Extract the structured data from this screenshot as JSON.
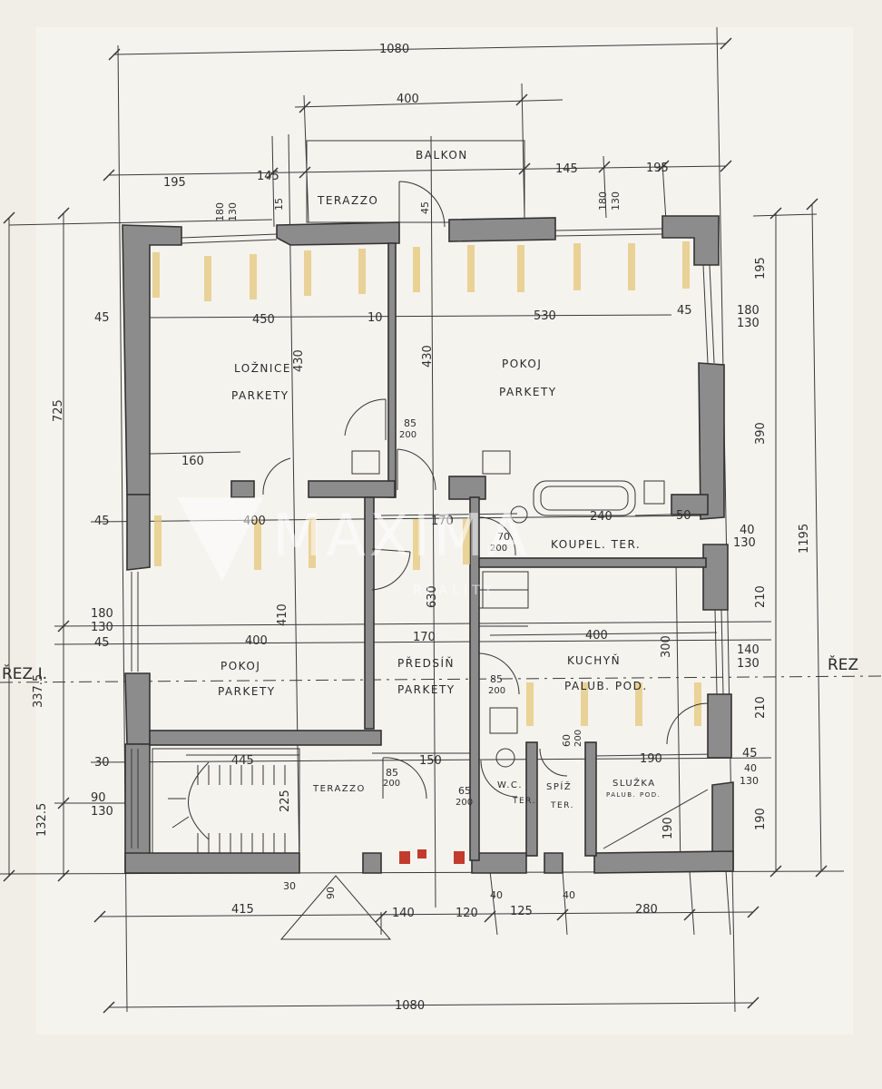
{
  "rooms": {
    "balkon": "BALKON",
    "terazzo_top": "TERAZZO",
    "loznice": "LOŽNICE",
    "loznice_floor": "PARKETY",
    "pokoj1": "POKOJ",
    "pokoj1_floor": "PARKETY",
    "pokoj2": "POKOJ",
    "pokoj2_floor": "PARKETY",
    "predsin": "PŘEDSÍŇ",
    "predsin_floor": "PARKETY",
    "kuchyn": "KUCHYŇ",
    "kuchyn_floor": "PALUB. POD.",
    "koupel": "KOUPEL. TER.",
    "wc": "W.C.",
    "wc_floor": "TER.",
    "spiz": "SPÍŽ",
    "spiz_floor": "TER.",
    "sluzka": "SLUŽKA",
    "sluzka_floor": "PALUB. POD.",
    "terazzo_bottom": "TERAZZO"
  },
  "section_marks": {
    "left": "ŘEZ I.",
    "right": "ŘEZ"
  },
  "watermark": {
    "text": "MAXIMA",
    "sub": "REALITY"
  },
  "dims": {
    "top_total": "1080",
    "balkon_width": "400",
    "top_left_195": "195",
    "top_left_145": "145",
    "top_right_145": "145",
    "top_right_195": "195",
    "bottom_total": "1080",
    "b415": "415",
    "b140": "140",
    "b120": "120",
    "b125": "125",
    "b280": "280",
    "b40a": "40",
    "b40b": "40",
    "b30": "30",
    "left_725": "725",
    "left_3375": "337.5",
    "left_1325": "132.5",
    "left_45a": "45",
    "left_45b": "45",
    "left_45c": "45",
    "left_30": "30",
    "left_180": "180",
    "left_130": "130",
    "left_90": "90",
    "left_130b": "130",
    "right_1195": "1195",
    "right_390": "390",
    "right_210a": "210",
    "right_210b": "210",
    "right_190": "190",
    "right_195": "195",
    "right_180": "180",
    "right_130": "130",
    "right_40": "40",
    "right_130b": "130",
    "right_140": "140",
    "right_130c": "130",
    "right_45a": "45",
    "right_45b": "45",
    "right_40b": "40",
    "right_130d": "130",
    "d450": "450",
    "d530": "530",
    "d430a": "430",
    "d430b": "430",
    "d10a": "10",
    "d160": "160",
    "d400a": "400",
    "d410": "410",
    "d400b": "400",
    "d170a": "170",
    "d170b": "170",
    "d630": "630",
    "d240": "240",
    "d50": "50",
    "d400c": "400",
    "d300": "300",
    "d445": "445",
    "d225": "225",
    "d150": "150",
    "d190a": "190",
    "d190b": "190",
    "d85_200a": "85",
    "d200a": "200",
    "d85_200b": "85",
    "d200b": "200",
    "d85_200c": "85",
    "d200c": "200",
    "d70": "70",
    "d200d": "200",
    "d65": "65",
    "d200e": "200",
    "d60": "60",
    "d200f": "200",
    "d180a": "180",
    "d130a": "130",
    "d180b": "180",
    "d130b": "130",
    "d15": "15",
    "d45v": "45",
    "d90": "90"
  }
}
